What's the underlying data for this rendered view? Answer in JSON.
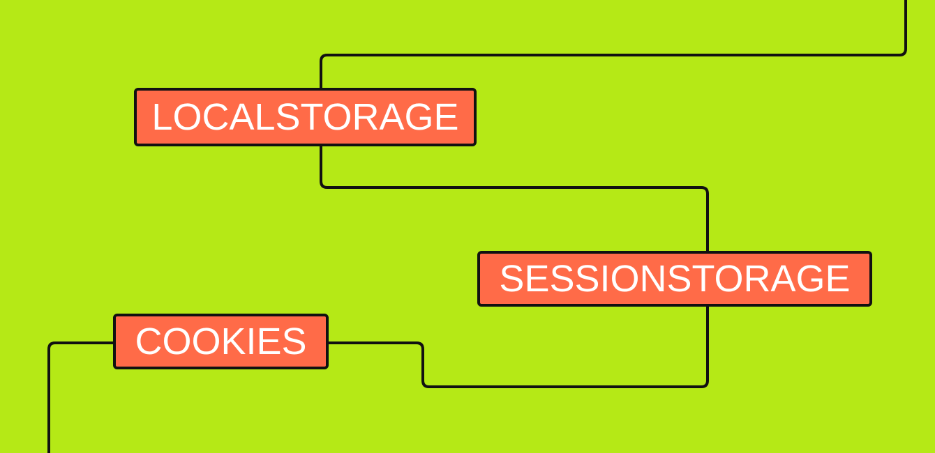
{
  "colors": {
    "background": "#b5e916",
    "node_fill": "#ff6b48",
    "node_border": "#111111",
    "line": "#111111",
    "text": "#ffffff"
  },
  "nodes": {
    "localstorage": {
      "label": "LOCALSTORAGE"
    },
    "sessionstorage": {
      "label": "SESSIONSTORAGE"
    },
    "cookies": {
      "label": "COOKIES"
    }
  }
}
